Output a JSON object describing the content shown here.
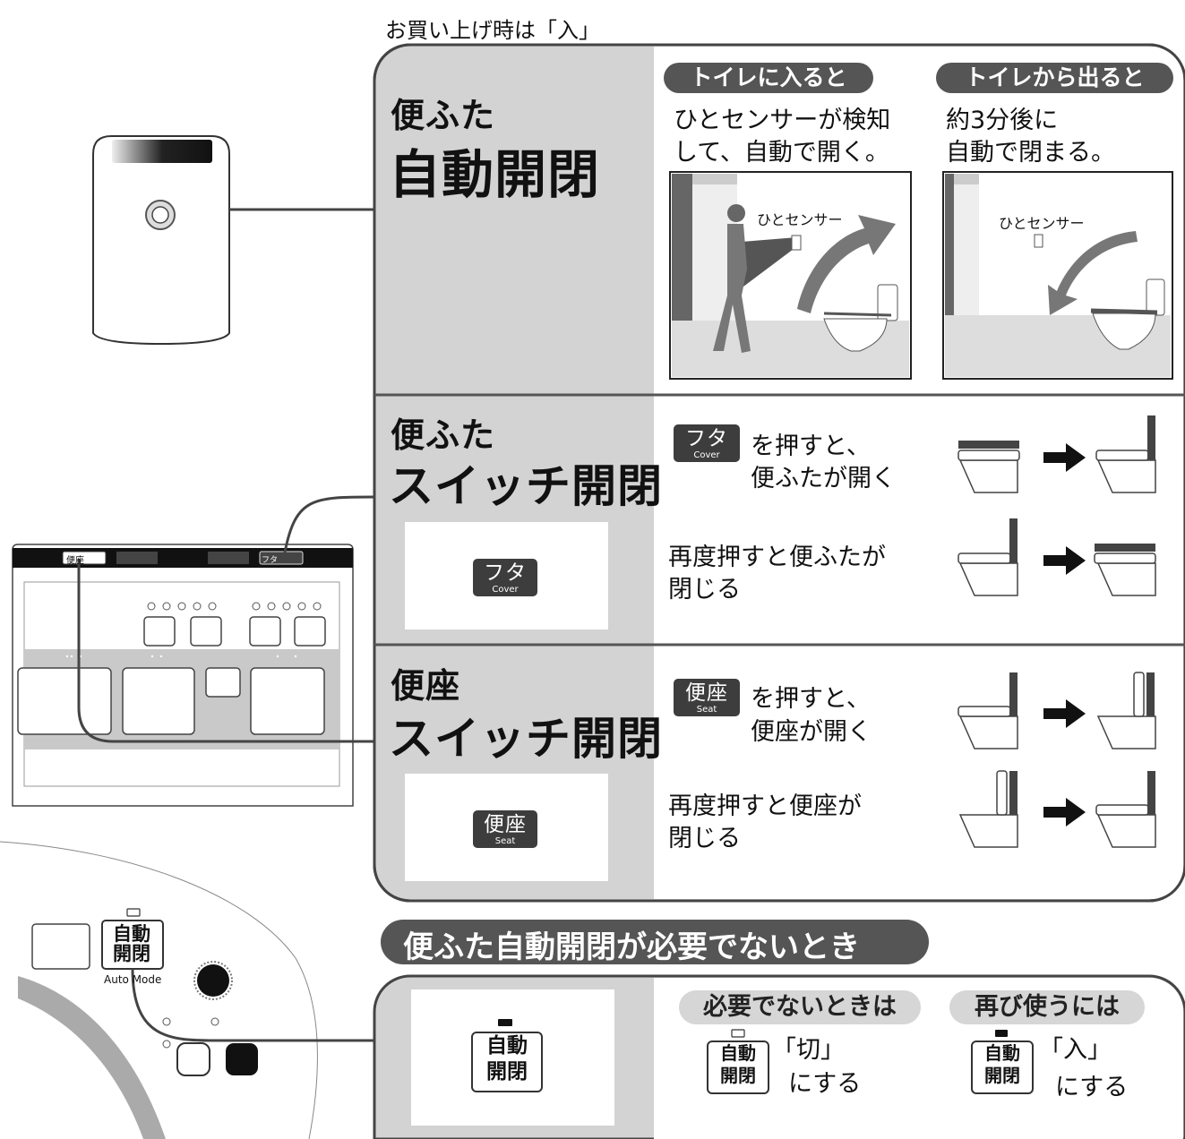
{
  "purchase_note": "お買い上げ時は「入」",
  "auto": {
    "title_line1": "便ふた",
    "title_line2": "自動開閉",
    "enter": {
      "badge": "トイレに入ると",
      "line1": "ひとセンサーが検知",
      "line2": "して、自動で開く。",
      "sensor_label": "ひとセンサー"
    },
    "exit": {
      "badge": "トイレから出ると",
      "line1": "約3分後に",
      "line2": "自動で閉まる。",
      "sensor_label": "ひとセンサー"
    }
  },
  "cover": {
    "title_line1": "便ふた",
    "title_line2": "スイッチ開閉",
    "key_jp": "フタ",
    "key_en": "Cover",
    "open_line1": "を押すと、",
    "open_line2": "便ふたが開く",
    "close_line1": "再度押すと便ふたが",
    "close_line2": "閉じる"
  },
  "seat": {
    "title_line1": "便座",
    "title_line2": "スイッチ開閉",
    "key_jp": "便座",
    "key_en": "Seat",
    "open_line1": "を押すと、",
    "open_line2": "便座が開く",
    "close_line1": "再度押すと便座が",
    "close_line2": "閉じる"
  },
  "not_needed": {
    "banner": "便ふた自動開閉が必要でないとき",
    "button_line1": "自動",
    "button_line2": "開閉",
    "off": {
      "badge": "必要でないときは",
      "state": "「切」",
      "action": "にする"
    },
    "on": {
      "badge": "再び使うには",
      "state": "「入」",
      "action": "にする"
    }
  },
  "panel": {
    "seat_key": "便座",
    "auto_button_line1": "自動",
    "auto_button_line2": "開閉",
    "auto_mode_label": "Auto Mode"
  },
  "colors": {
    "panel_gray": "#d3d3d3",
    "dark_key": "#3d3d3d",
    "badge_dark": "#555555",
    "badge_light": "#d6d6d6"
  }
}
